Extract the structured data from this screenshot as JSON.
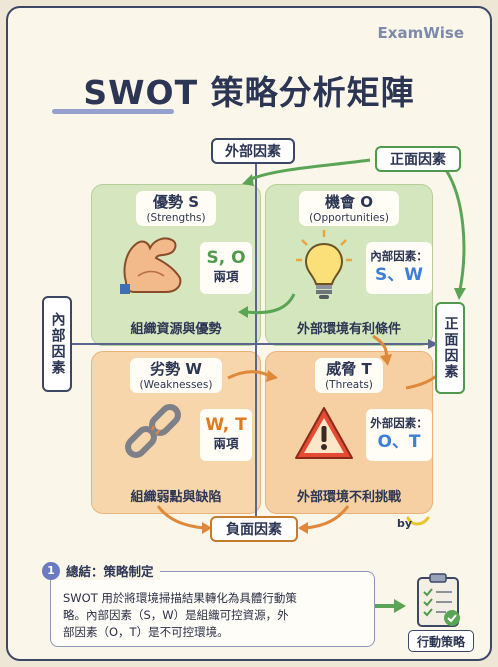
{
  "brand": "ExamWise",
  "title": "SWOT 策略分析矩陣",
  "axes": {
    "top": "外部因素",
    "left": "內部因素",
    "right": "正面因素",
    "bottom": "負面因素",
    "top_right": "正面因素"
  },
  "quadrants": {
    "s": {
      "label": "優勢 S",
      "sub": "(Strengths)",
      "footer": "組織資源與優勢",
      "tag_big": "S, O",
      "tag_small": "兩項"
    },
    "o": {
      "label": "機會 O",
      "sub": "(Opportunities)",
      "footer": "外部環境有利條件",
      "tag_small": "內部因素：",
      "tag_big": "S、W"
    },
    "w": {
      "label": "劣勢 W",
      "sub": "(Weaknesses)",
      "footer": "組織弱點與缺陷",
      "tag_big": "W, T",
      "tag_small": "兩項"
    },
    "t": {
      "label": "威脅 T",
      "sub": "(Threats)",
      "footer": "外部環境不利挑戰",
      "tag_small": "外部因素：",
      "tag_big": "O、T"
    }
  },
  "by_label": "by",
  "summary": {
    "number": "1",
    "title": "總結：策略制定",
    "lines": [
      "SWOT 用於將環境掃描結果轉化為具體行動策",
      "略。內部因素（S，W）是組織可控資源，外",
      "部因素（O，T）是不可控環境。"
    ]
  },
  "action_label": "行動策略",
  "colors": {
    "positive": "#d6e7bf",
    "negative": "#f8d6ac",
    "accent": "#6b7bbf",
    "green_arrow": "#5aa555",
    "orange_arrow": "#e0883a",
    "tag_blue": "#3d7fd6",
    "tag_green": "#4f9a4d",
    "tag_orange": "#e07a1f"
  },
  "icons": [
    "muscle-icon",
    "lightbulb-icon",
    "broken-chain-icon",
    "warning-icon",
    "clipboard-icon",
    "banana-icon"
  ]
}
